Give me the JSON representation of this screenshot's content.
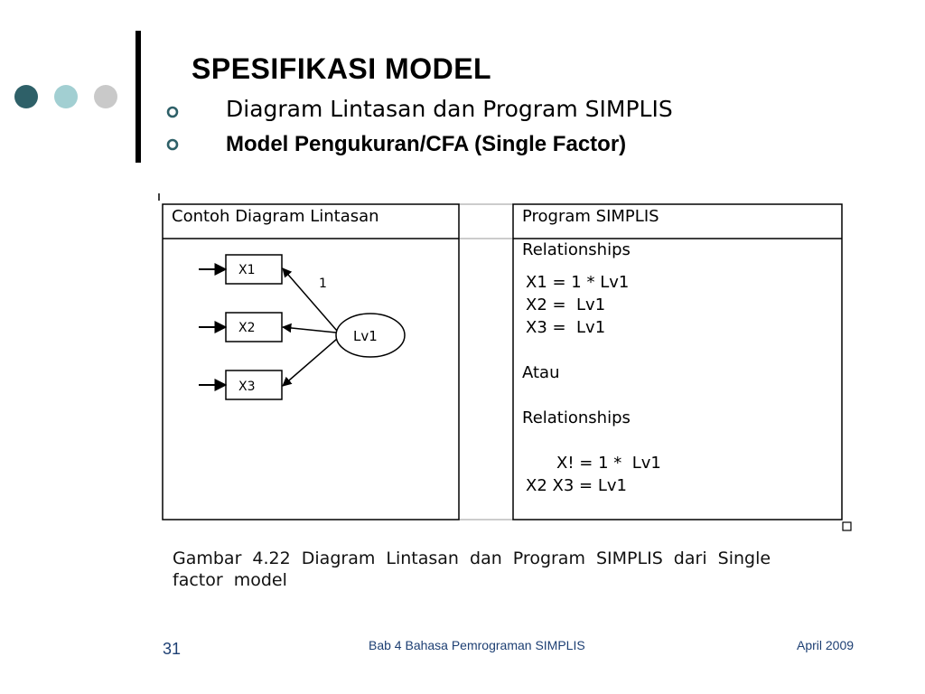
{
  "slide": {
    "title": "SPESIFIKASI MODEL",
    "bullets": [
      "Diagram Lintasan dan Program SIMPLIS",
      "Model Pengukuran/CFA (Single Factor)"
    ]
  },
  "figure": {
    "left_panel_title": "Contoh Diagram Lintasan",
    "right_panel_title": "Program SIMPLIS",
    "nodes": {
      "x1": "X1",
      "x2": "X2",
      "x3": "X3",
      "latent": "Lv1"
    },
    "path_label": "1",
    "code_lines": [
      "Relationships",
      "X1 = 1 * Lv1",
      "X2 =  Lv1",
      "X3 =  Lv1",
      "Atau",
      "Relationships",
      "X! = 1 *  Lv1",
      "X2 X3 = Lv1"
    ],
    "caption": "Gambar 4.22   Diagram Lintasan dan Program SIMPLIS dari Single factor model"
  },
  "footer": {
    "page_number": "31",
    "center_text": "Bab 4 Bahasa Pemrograman SIMPLIS",
    "date": "April 2009"
  },
  "colors": {
    "dot_dark": "#2e6068",
    "dot_light": "#a2cfd2",
    "dot_gray": "#c9c9c9",
    "footer_text": "#1d3f73",
    "bullet": "#2e6068"
  }
}
